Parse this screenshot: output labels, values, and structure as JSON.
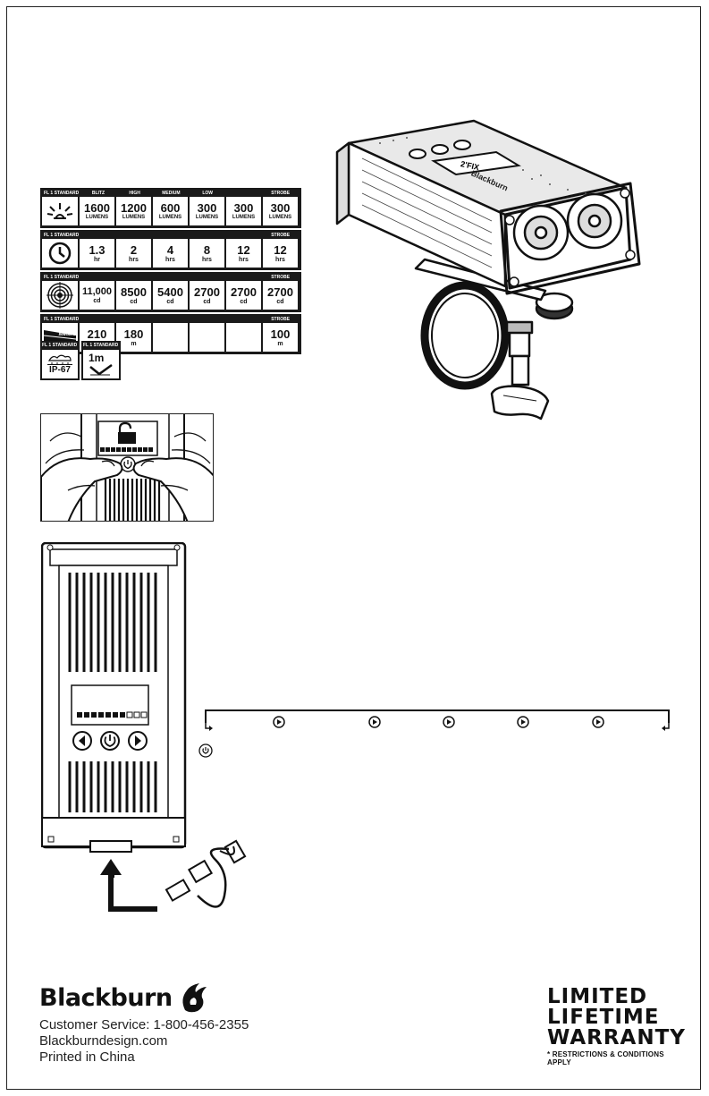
{
  "spec_table": {
    "standard_label": "FL 1 STANDARD",
    "columns": [
      "BLITZ",
      "HIGH",
      "MEDIUM",
      "LOW",
      "",
      "STROBE"
    ],
    "rows": [
      {
        "icon": "brightness-icon",
        "headers": [
          "BLITZ",
          "HIGH",
          "MEDIUM",
          "LOW",
          "",
          "STROBE"
        ],
        "values": [
          [
            "1600",
            "LUMENS"
          ],
          [
            "1200",
            "LUMENS"
          ],
          [
            "600",
            "LUMENS"
          ],
          [
            "300",
            "LUMENS"
          ],
          [
            "300",
            "LUMENS"
          ],
          [
            "300",
            "LUMENS"
          ]
        ]
      },
      {
        "icon": "clock-icon",
        "headers": [
          "",
          "",
          "",
          "",
          "",
          "STROBE"
        ],
        "values": [
          [
            "1.3",
            "hr"
          ],
          [
            "2",
            "hrs"
          ],
          [
            "4",
            "hrs"
          ],
          [
            "8",
            "hrs"
          ],
          [
            "12",
            "hrs"
          ],
          [
            "12",
            "hrs"
          ]
        ]
      },
      {
        "icon": "target-icon",
        "headers": [
          "",
          "",
          "",
          "",
          "",
          "STROBE"
        ],
        "values": [
          [
            "11,000",
            "cd"
          ],
          [
            "8500",
            "cd"
          ],
          [
            "5400",
            "cd"
          ],
          [
            "2700",
            "cd"
          ],
          [
            "2700",
            "cd"
          ],
          [
            "2700",
            "cd"
          ]
        ]
      },
      {
        "icon": "beam-distance-icon",
        "icon_text": "Meters",
        "headers": [
          "",
          "",
          "",
          "",
          "",
          "STROBE"
        ],
        "values": [
          [
            "210",
            "m"
          ],
          [
            "180",
            "m"
          ],
          [
            "",
            ""
          ],
          [
            "",
            ""
          ],
          [
            "",
            ""
          ],
          [
            "100",
            "m"
          ]
        ]
      }
    ]
  },
  "badges": [
    {
      "label": "FL 1 STANDARD",
      "text": "IP-67",
      "icon": "water-icon"
    },
    {
      "label": "FL 1 STANDARD",
      "text": "1m",
      "icon": "impact-icon"
    }
  ],
  "brand": {
    "name": "Blackburn",
    "customer_service": "Customer Service: 1-800-456-2355",
    "website": "Blackburndesign.com",
    "printed": "Printed in China"
  },
  "warranty": {
    "line1": "LIMITED",
    "line2": "LIFETIME",
    "line3": "WARRANTY",
    "fine": "* RESTRICTIONS & CONDITIONS APPLY"
  },
  "light_model_label": "2'FIX"
}
